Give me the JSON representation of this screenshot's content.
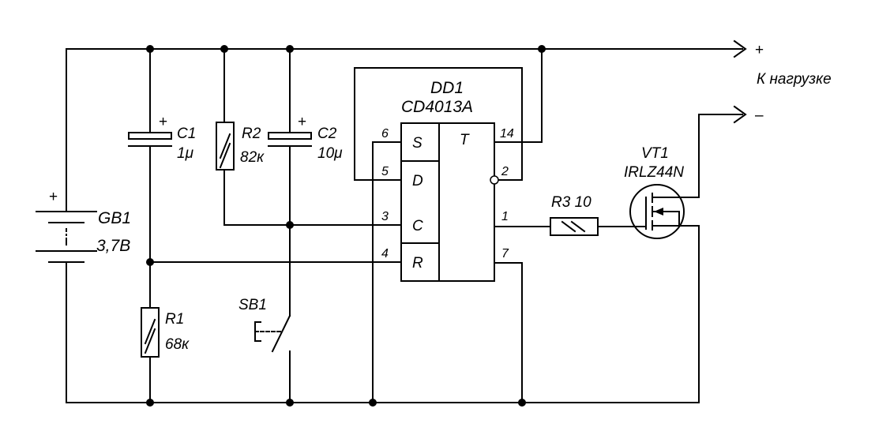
{
  "components": {
    "battery": {
      "name": "GB1",
      "value": "3,7В",
      "polarity": "+"
    },
    "c1": {
      "name": "C1",
      "value": "1μ",
      "polarity": "+"
    },
    "c2": {
      "name": "C2",
      "value": "10μ",
      "polarity": "+"
    },
    "r1": {
      "name": "R1",
      "value": "68к"
    },
    "r2": {
      "name": "R2",
      "value": "82к"
    },
    "r3": {
      "name": "R3 10"
    },
    "sb1": {
      "name": "SB1"
    },
    "vt1": {
      "name": "VT1",
      "type": "IRLZ44N"
    },
    "dd1": {
      "name": "DD1",
      "type": "CD4013A",
      "input_labels": [
        "S",
        "D",
        "C",
        "R"
      ],
      "output_label": "T",
      "left_pins": [
        "6",
        "5",
        "3",
        "4"
      ],
      "right_pins": [
        "14",
        "2",
        "1",
        "7"
      ]
    }
  },
  "load": {
    "plus": "+",
    "minus": "–",
    "label": "К нагрузке"
  }
}
